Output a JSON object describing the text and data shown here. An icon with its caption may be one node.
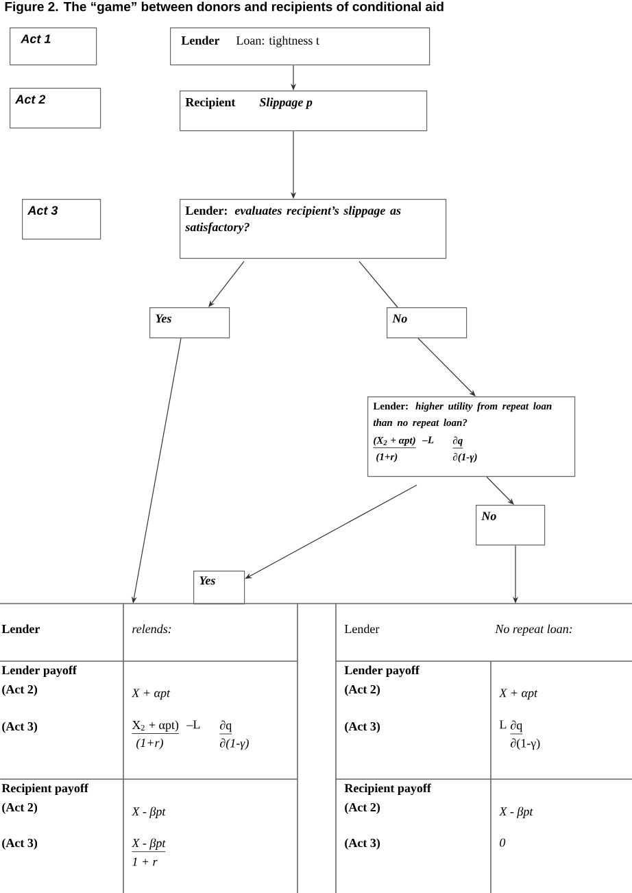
{
  "diagram": {
    "title": "Figure 2. The “game” between donors and recipients of conditional aid",
    "nodes": [
      {
        "text": [
          "Act 1"
        ]
      },
      {
        "text": [
          "Lender",
          "Loan: tightness t"
        ]
      },
      {
        "text": [
          "Act 2"
        ]
      },
      {
        "text": [
          "Recipient",
          "Slippage p"
        ]
      },
      {
        "text": [
          "Act 3"
        ]
      },
      {
        "text": [
          "Lender:",
          "evaluates recipient’s slippage as satisfactory?"
        ]
      },
      {
        "text": [
          "Yes"
        ]
      },
      {
        "text": [
          "No"
        ]
      },
      {
        "text": [
          "Lender:",
          "higher utility from repeat loan than no repeat loan?",
          "(X$_{2}$ + αpt)",
          "–L",
          "∂q",
          "(1+r)",
          "∂(1-γ)"
        ]
      },
      {
        "text": [
          "No"
        ]
      },
      {
        "text": [
          "Yes"
        ]
      },
      {
        "text": [
          "Lender",
          "relends:",
          "Lender payoff",
          "(Act 2)",
          "(Act 3)",
          "X + αpt",
          "X$_{2}$ + αpt)",
          "–L",
          "∂q",
          "(1+r)",
          "∂(1-γ)",
          "Recipient payoff",
          "(Act 2)",
          "(Act 3)",
          "X - βpt",
          "X - βpt",
          "1 + r"
        ]
      },
      {
        "text": [
          "Lender",
          "No repeat loan:",
          "Lender payoff",
          "(Act 2)",
          "(Act 3)",
          "X + αpt",
          "L",
          "∂q",
          "∂(1-γ)",
          "Recipient payoff",
          "(Act 2)",
          "(Act 3)",
          "X - βpt",
          "0"
        ]
      }
    ],
    "edges": [
      {
        "from": 1,
        "to": 3,
        "arrow": "to"
      },
      {
        "from": 3,
        "to": 5,
        "arrow": "to"
      },
      {
        "from": 5,
        "to": 6,
        "arrow": "to"
      },
      {
        "from": 5,
        "to": 7,
        "arrow": "none"
      },
      {
        "from": 7,
        "to": 8,
        "arrow": "to"
      },
      {
        "from": 8,
        "to": 9,
        "arrow": "to"
      },
      {
        "from": 8,
        "to": 10,
        "arrow": "to"
      },
      {
        "from": 6,
        "to": 11,
        "arrow": "to"
      },
      {
        "from": 9,
        "to": 12,
        "arrow": "to"
      }
    ]
  }
}
